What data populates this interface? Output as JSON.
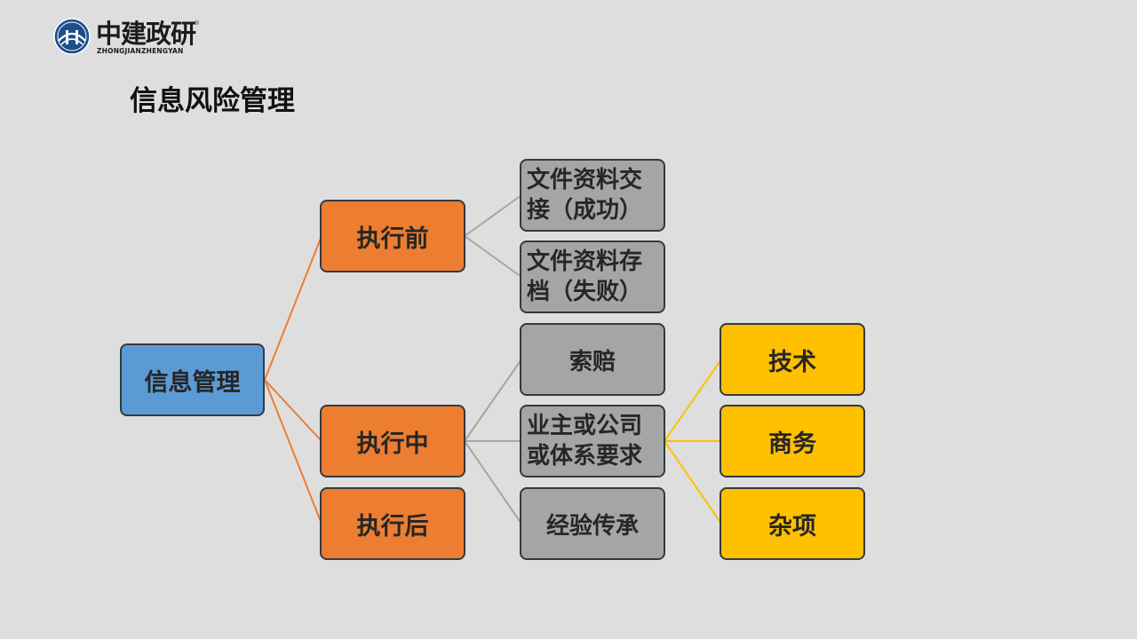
{
  "logo": {
    "name_cn": "中建政研",
    "name_en": "ZHONGJIANZHENGYAN",
    "reg_mark": "®",
    "colors": {
      "circle": "#1f4e8c",
      "accent": "#ffffff"
    }
  },
  "title": "信息风险管理",
  "diagram": {
    "root": {
      "label": "信息管理",
      "color": "#5b9bd5"
    },
    "level1": [
      {
        "label": "执行前",
        "color": "#ed7d31"
      },
      {
        "label": "执行中",
        "color": "#ed7d31"
      },
      {
        "label": "执行后",
        "color": "#ed7d31"
      }
    ],
    "level2": [
      {
        "label": "文件资料交接（成功）",
        "parent": "执行前",
        "color": "#a5a5a5"
      },
      {
        "label": "文件资料存档（失败）",
        "parent": "执行前",
        "color": "#a5a5a5"
      },
      {
        "label": "索赔",
        "parent": "执行中",
        "color": "#a5a5a5"
      },
      {
        "label": "业主或公司或体系要求",
        "parent": "执行中",
        "color": "#a5a5a5"
      },
      {
        "label": "经验传承",
        "parent": "执行中",
        "color": "#a5a5a5"
      }
    ],
    "level3": [
      {
        "label": "技术",
        "parent": "业主或公司或体系要求",
        "color": "#ffc000"
      },
      {
        "label": "商务",
        "parent": "业主或公司或体系要求",
        "color": "#ffc000"
      },
      {
        "label": "杂项",
        "parent": "业主或公司或体系要求",
        "color": "#ffc000"
      }
    ],
    "connector_colors": {
      "root": "#ed7d31",
      "level1": "#a6a6a6",
      "level2": "#ffc000"
    }
  }
}
